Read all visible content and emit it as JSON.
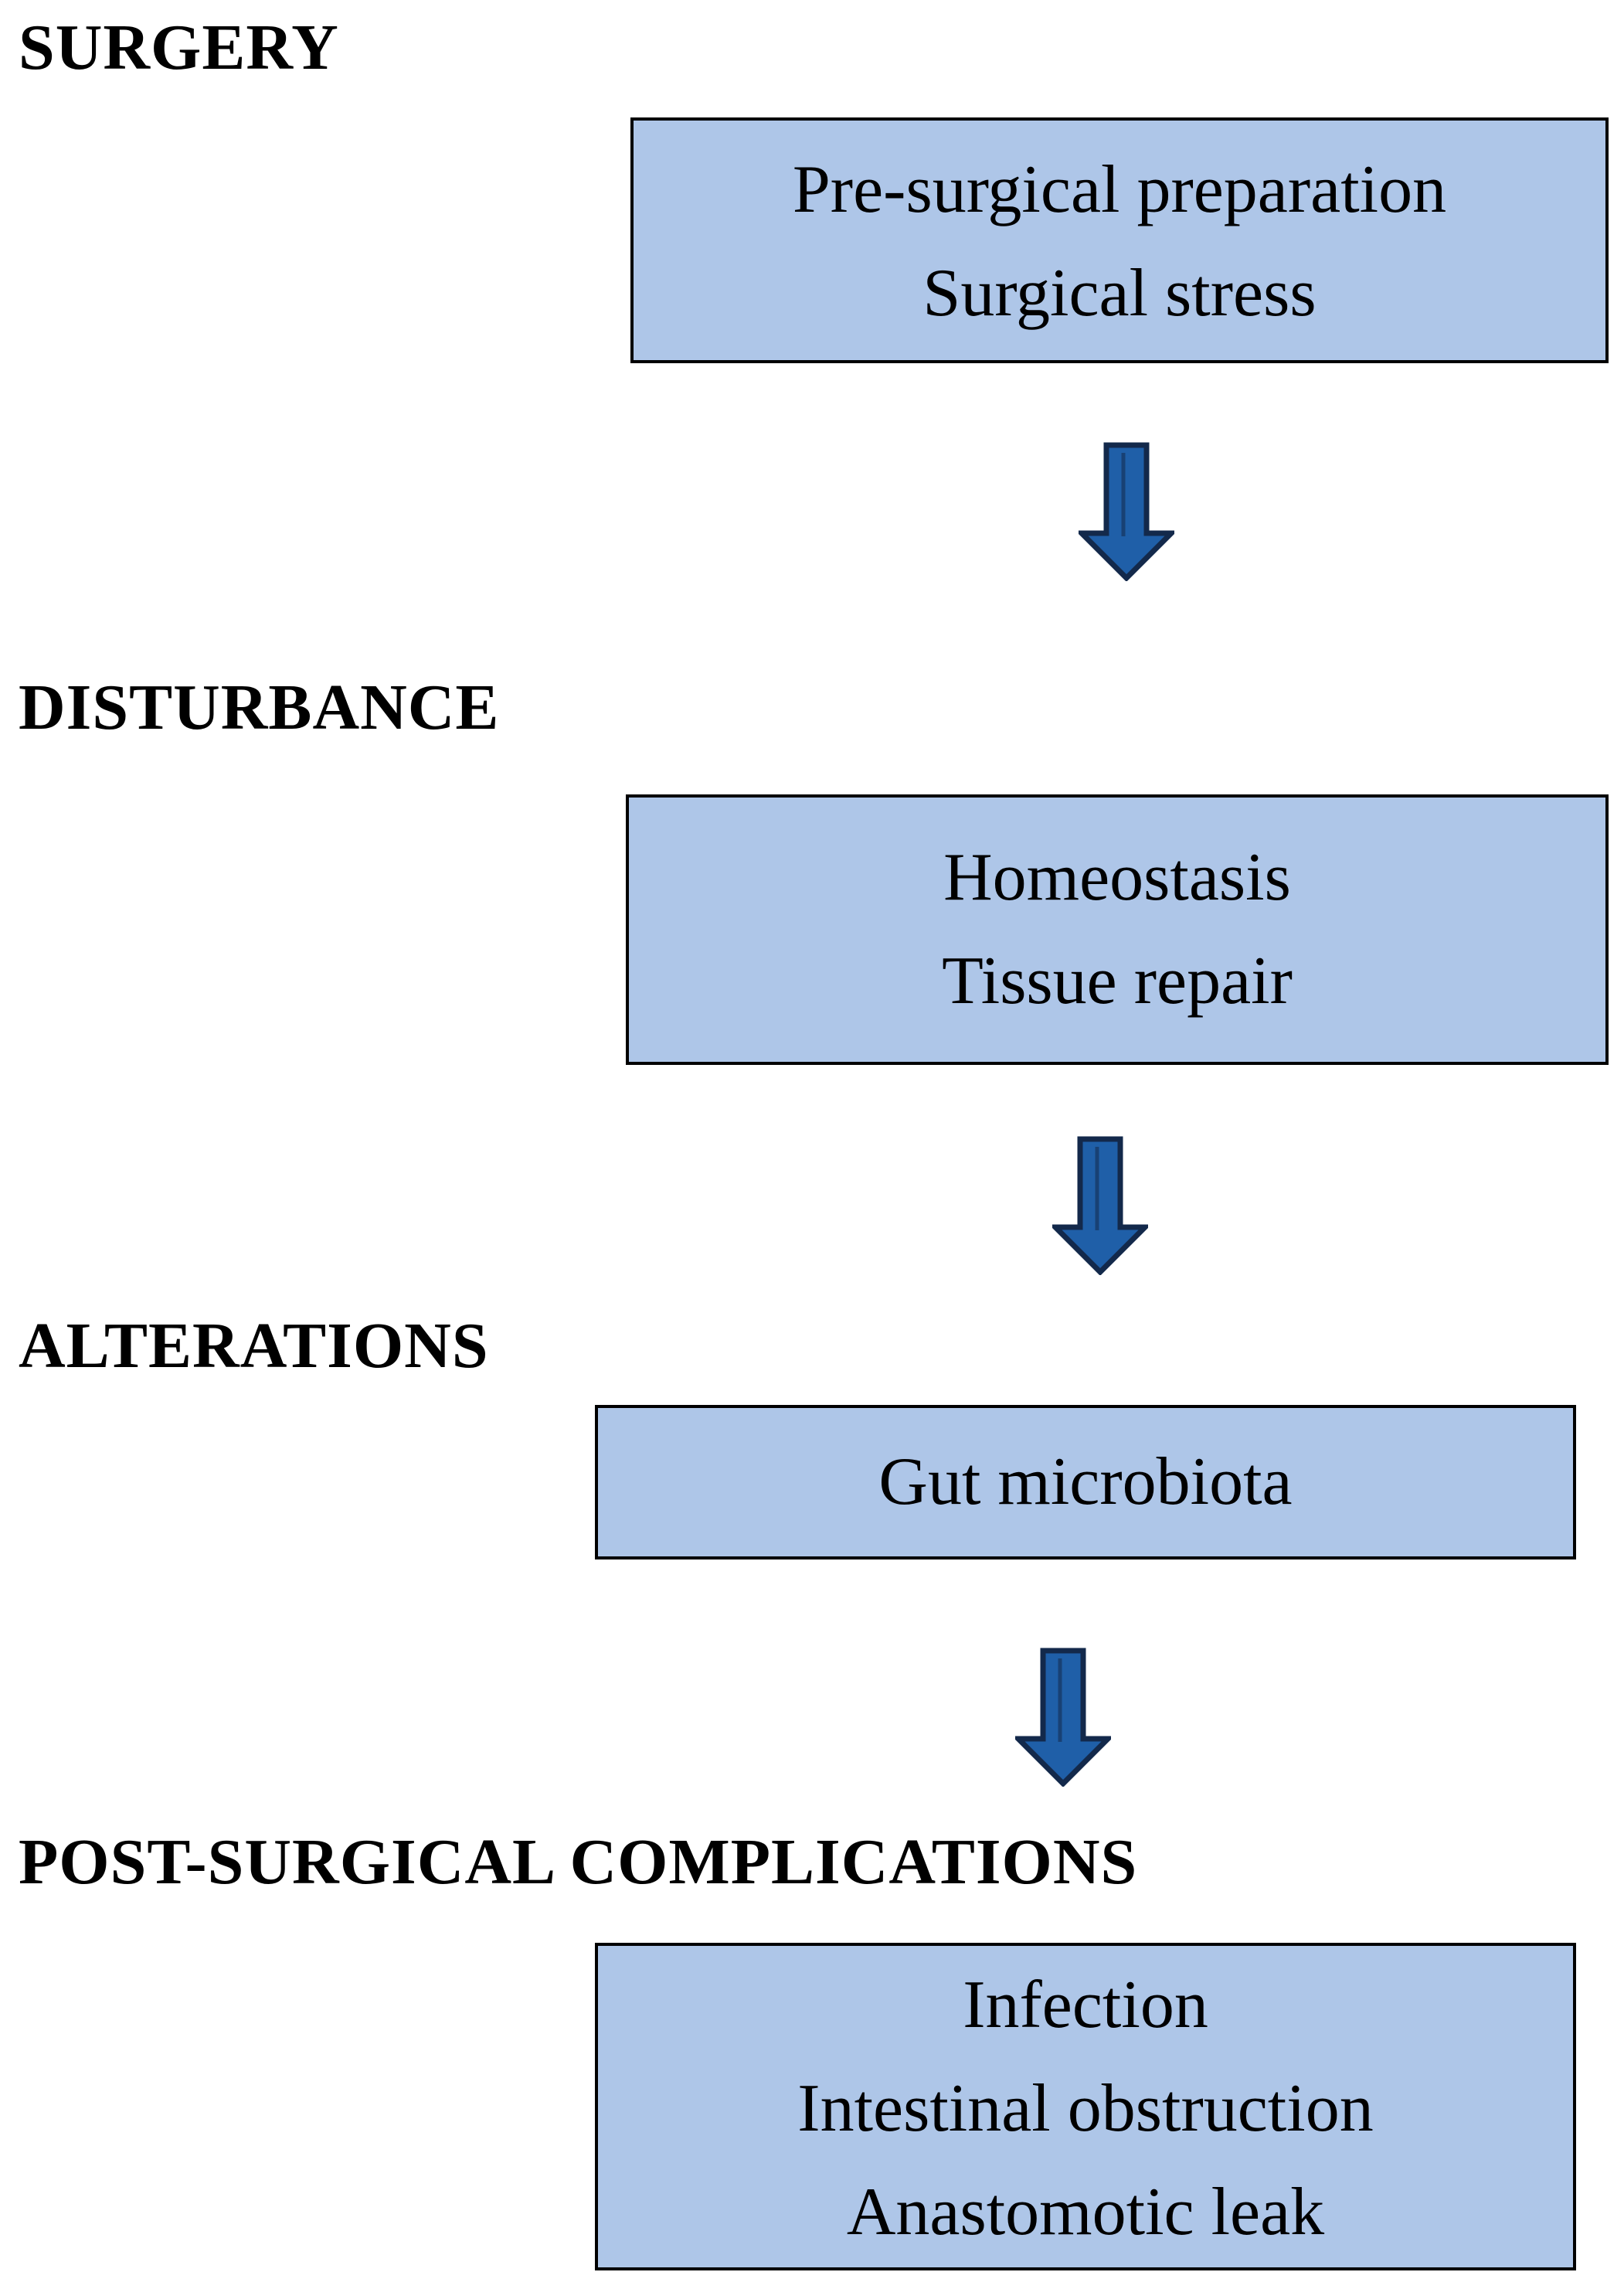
{
  "stages": [
    {
      "heading": "SURGERY",
      "items": [
        "Pre-surgical preparation",
        "Surgical stress"
      ]
    },
    {
      "heading": "DISTURBANCE",
      "items": [
        "Homeostasis",
        "Tissue repair"
      ]
    },
    {
      "heading": "ALTERATIONS",
      "items": [
        "Gut microbiota"
      ]
    },
    {
      "heading": "POST-SURGICAL COMPLICATIONS",
      "items": [
        "Infection",
        "Intestinal obstruction",
        "Anastomotic leak"
      ]
    }
  ],
  "colors": {
    "box_fill": "#aec6e8",
    "box_border": "#000000",
    "arrow_fill": "#1f5fa8",
    "arrow_outline": "#13294b"
  },
  "arrows": [
    {
      "from": "SURGERY",
      "to": "DISTURBANCE",
      "icon": "down-arrow-icon"
    },
    {
      "from": "DISTURBANCE",
      "to": "ALTERATIONS",
      "icon": "down-arrow-icon"
    },
    {
      "from": "ALTERATIONS",
      "to": "POST-SURGICAL COMPLICATIONS",
      "icon": "down-arrow-icon"
    }
  ]
}
